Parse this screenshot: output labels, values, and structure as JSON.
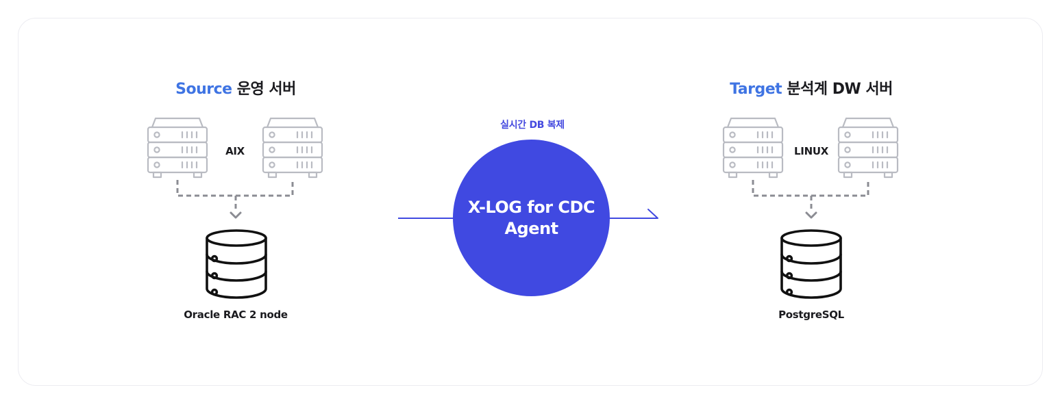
{
  "source": {
    "heading_accent": "Source",
    "heading_rest": " 운영 서버",
    "server_os": "AIX",
    "database": "Oracle RAC 2 node"
  },
  "target": {
    "heading_accent": "Target",
    "heading_rest": " 분석계 DW 서버",
    "server_os": "LINUX",
    "database": "PostgreSQL"
  },
  "flow": {
    "caption": "실시간 DB 복제",
    "agent_label": "X-LOG for CDC Agent"
  },
  "colors": {
    "accent_blue": "#3f74e3",
    "agent_fill": "#4049e1",
    "server_stroke": "#b9bbc2",
    "connector": "#8b8c93",
    "database_stroke": "#111111"
  },
  "icons": {
    "server": "server-rack-icon",
    "database": "database-cylinder-icon",
    "connector_arrow": "chevron-down-icon"
  }
}
